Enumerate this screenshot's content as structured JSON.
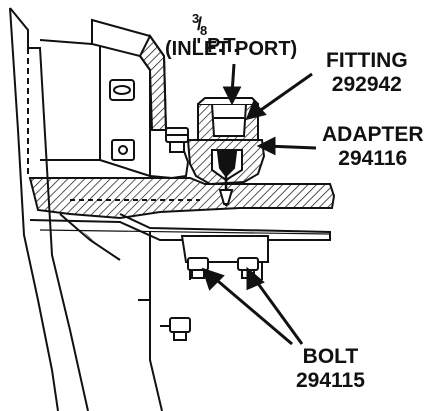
{
  "labels": {
    "inlet_fraction_num": "3",
    "inlet_fraction_den": "8",
    "inlet_size_suffix": "\" P.T.",
    "inlet_port": "(INLET PORT)",
    "fitting_title": "FITTING",
    "fitting_number": "292942",
    "adapter_title": "ADAPTER",
    "adapter_number": "294116",
    "bolt_title": "BOLT",
    "bolt_number": "294115"
  },
  "colors": {
    "ink": "#111111",
    "paper": "#ffffff",
    "shade": "#d9d9d9"
  }
}
